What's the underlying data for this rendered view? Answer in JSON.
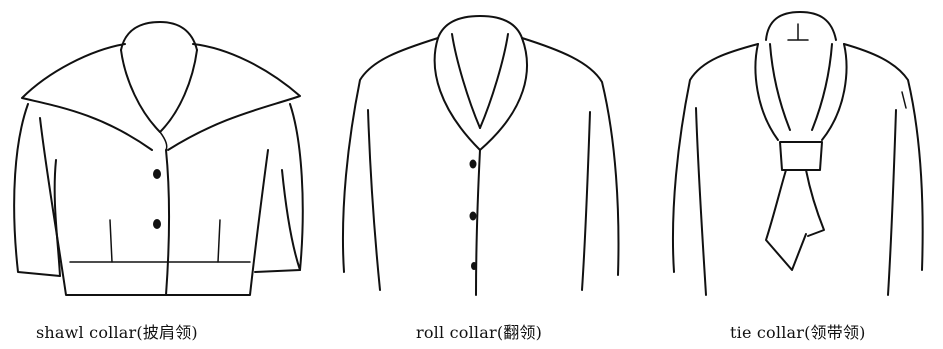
{
  "figures": [
    {
      "caption": "shawl collar(披肩领)"
    },
    {
      "caption": "roll collar(翻领)"
    },
    {
      "caption": "tie collar(领带领)"
    }
  ]
}
